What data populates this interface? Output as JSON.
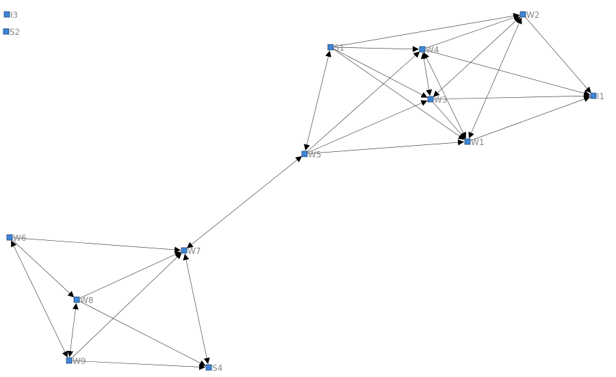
{
  "graph": {
    "node_color": "#3f86d8",
    "node_border_color": "#1d3f70",
    "edge_color": "#2a2a2a",
    "label_color": "#888888",
    "nodes": [
      {
        "id": "I3",
        "label": "I3"
      },
      {
        "id": "S2",
        "label": "S2"
      },
      {
        "id": "S1",
        "label": "S1"
      },
      {
        "id": "W2",
        "label": "W2"
      },
      {
        "id": "W4",
        "label": "W4"
      },
      {
        "id": "W3",
        "label": "W3"
      },
      {
        "id": "I1",
        "label": "I1"
      },
      {
        "id": "W1",
        "label": "W1"
      },
      {
        "id": "W5",
        "label": "W5"
      },
      {
        "id": "W6",
        "label": "W6"
      },
      {
        "id": "W7",
        "label": "W7"
      },
      {
        "id": "W8",
        "label": "W8"
      },
      {
        "id": "W9",
        "label": "W9"
      },
      {
        "id": "S4",
        "label": "S4"
      }
    ],
    "edges": [
      {
        "from": "S1",
        "to": "W2",
        "arrow_start": false,
        "arrow_end": true
      },
      {
        "from": "S1",
        "to": "W4",
        "arrow_start": false,
        "arrow_end": true
      },
      {
        "from": "S1",
        "to": "W3",
        "arrow_start": false,
        "arrow_end": true
      },
      {
        "from": "S1",
        "to": "W1",
        "arrow_start": false,
        "arrow_end": true
      },
      {
        "from": "S1",
        "to": "W5",
        "arrow_start": true,
        "arrow_end": true
      },
      {
        "from": "W4",
        "to": "W2",
        "arrow_start": false,
        "arrow_end": true
      },
      {
        "from": "W3",
        "to": "W2",
        "arrow_start": true,
        "arrow_end": true
      },
      {
        "from": "W1",
        "to": "W2",
        "arrow_start": true,
        "arrow_end": true
      },
      {
        "from": "W2",
        "to": "I1",
        "arrow_start": false,
        "arrow_end": true
      },
      {
        "from": "W4",
        "to": "W3",
        "arrow_start": true,
        "arrow_end": true
      },
      {
        "from": "W4",
        "to": "W1",
        "arrow_start": true,
        "arrow_end": true
      },
      {
        "from": "W4",
        "to": "I1",
        "arrow_start": false,
        "arrow_end": true
      },
      {
        "from": "W3",
        "to": "I1",
        "arrow_start": false,
        "arrow_end": true
      },
      {
        "from": "W3",
        "to": "W1",
        "arrow_start": false,
        "arrow_end": true
      },
      {
        "from": "W1",
        "to": "I1",
        "arrow_start": false,
        "arrow_end": true
      },
      {
        "from": "W5",
        "to": "W4",
        "arrow_start": false,
        "arrow_end": true
      },
      {
        "from": "W5",
        "to": "W3",
        "arrow_start": false,
        "arrow_end": true
      },
      {
        "from": "W5",
        "to": "W1",
        "arrow_start": false,
        "arrow_end": true
      },
      {
        "from": "W5",
        "to": "W7",
        "arrow_start": true,
        "arrow_end": true
      },
      {
        "from": "W6",
        "to": "W7",
        "arrow_start": false,
        "arrow_end": true
      },
      {
        "from": "W6",
        "to": "W8",
        "arrow_start": false,
        "arrow_end": true
      },
      {
        "from": "W6",
        "to": "W9",
        "arrow_start": true,
        "arrow_end": true
      },
      {
        "from": "W8",
        "to": "W7",
        "arrow_start": false,
        "arrow_end": true
      },
      {
        "from": "W8",
        "to": "W9",
        "arrow_start": true,
        "arrow_end": true
      },
      {
        "from": "W8",
        "to": "S4",
        "arrow_start": false,
        "arrow_end": true
      },
      {
        "from": "W9",
        "to": "W7",
        "arrow_start": false,
        "arrow_end": true
      },
      {
        "from": "W9",
        "to": "S4",
        "arrow_start": false,
        "arrow_end": true
      },
      {
        "from": "W7",
        "to": "S4",
        "arrow_start": true,
        "arrow_end": true
      }
    ]
  }
}
